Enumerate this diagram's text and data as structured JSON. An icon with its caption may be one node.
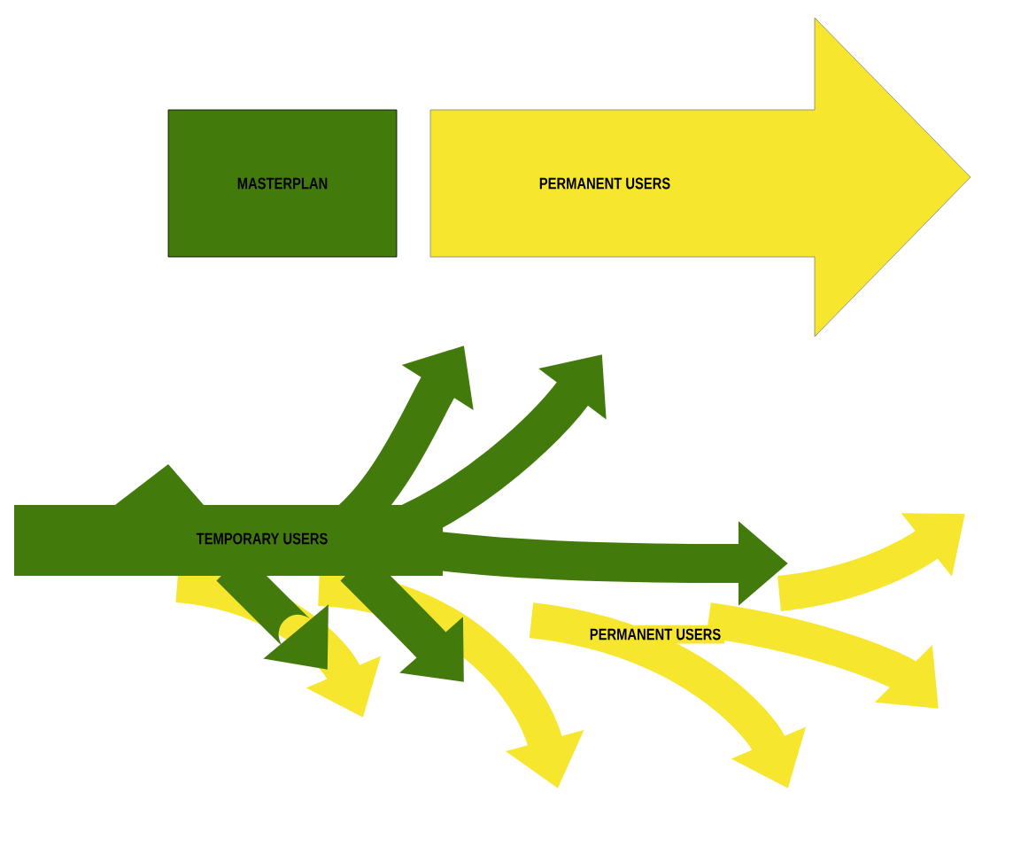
{
  "diagram": {
    "nodes": [
      {
        "text": [
          "MASTERPLAN"
        ]
      },
      {
        "text": [
          "PERMANENT USERS"
        ]
      },
      {
        "text": [
          "TEMPORARY USERS"
        ]
      },
      {
        "text": [
          "PERMANENT USERS"
        ]
      }
    ]
  }
}
